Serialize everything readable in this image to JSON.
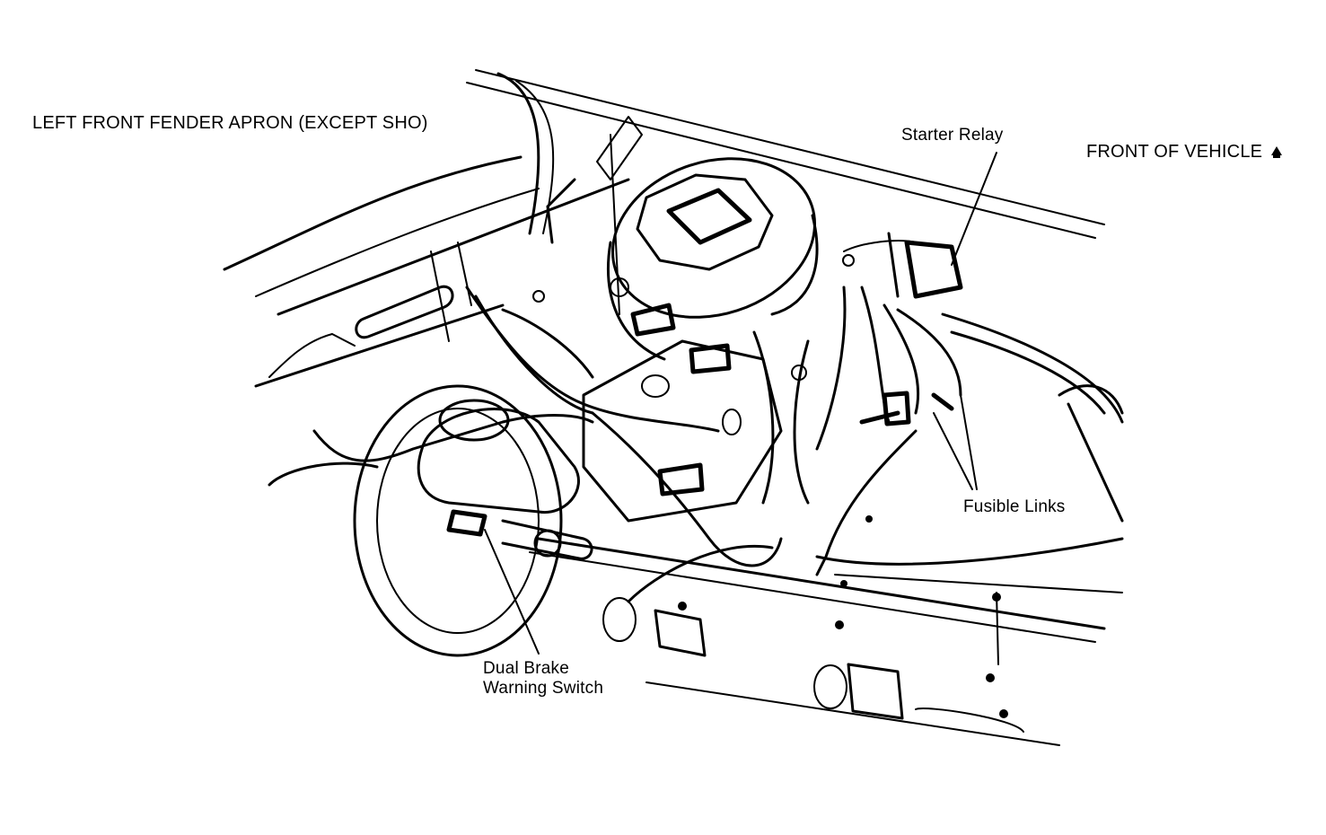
{
  "labels": {
    "title": "LEFT FRONT FENDER APRON (EXCEPT SHO)",
    "front_of_vehicle": "FRONT OF VEHICLE",
    "starter_relay": "Starter Relay",
    "fusible_links": "Fusible Links",
    "dual_brake_line1": "Dual Brake",
    "dual_brake_line2": "Warning Switch"
  },
  "icons": {
    "front_arrow": "up-arrow-icon"
  },
  "colors": {
    "ink": "#000000",
    "paper": "#ffffff"
  }
}
